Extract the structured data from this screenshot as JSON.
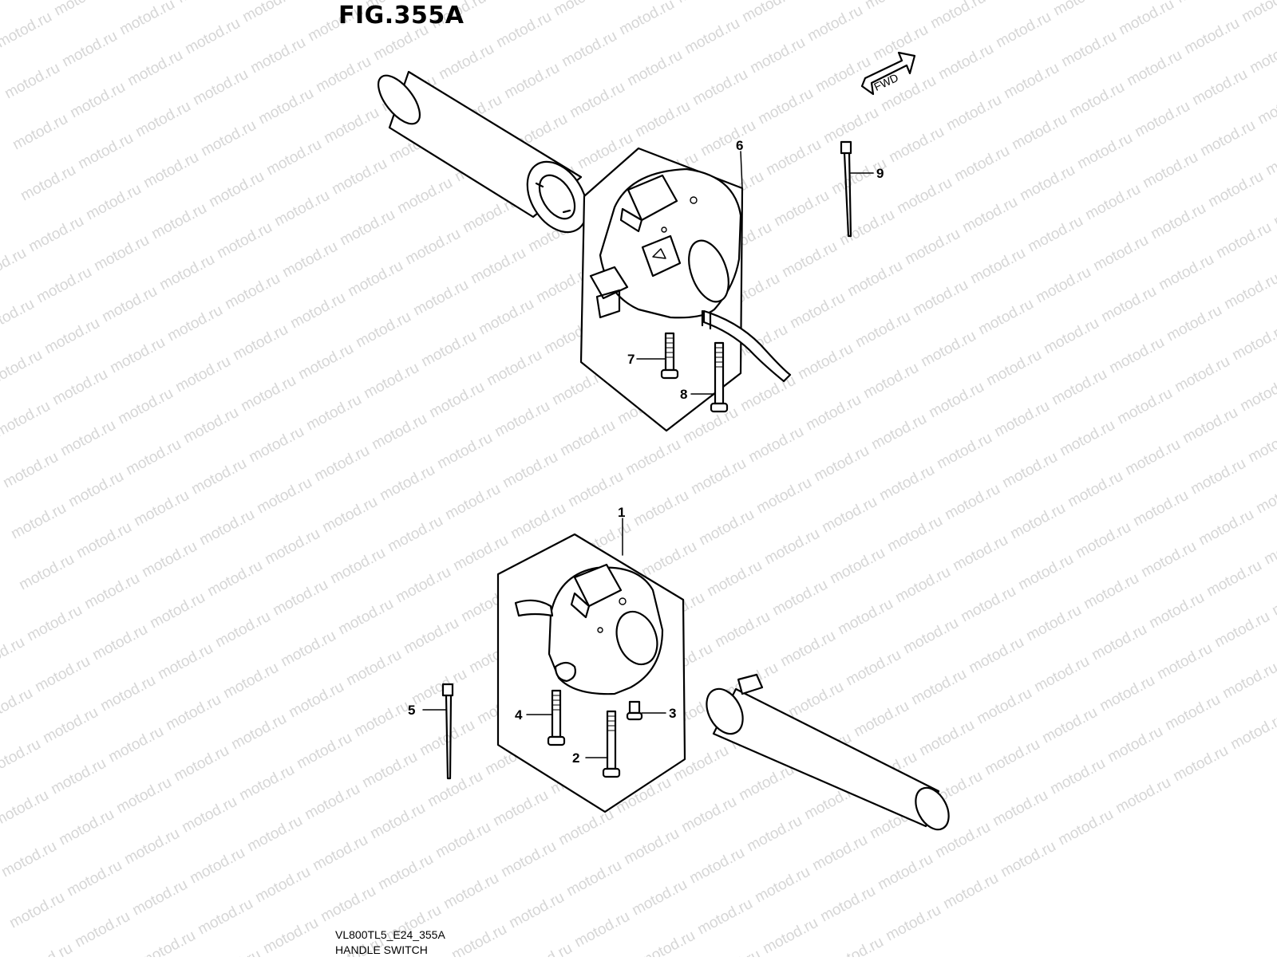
{
  "figure": {
    "title": "FIG.355A",
    "code": "VL800TL5_E24_355A",
    "name": "HANDLE SWITCH",
    "direction_label": "FWD",
    "watermark": "motod.ru"
  },
  "callouts": [
    "1",
    "2",
    "3",
    "4",
    "5",
    "6",
    "7",
    "8",
    "9"
  ]
}
